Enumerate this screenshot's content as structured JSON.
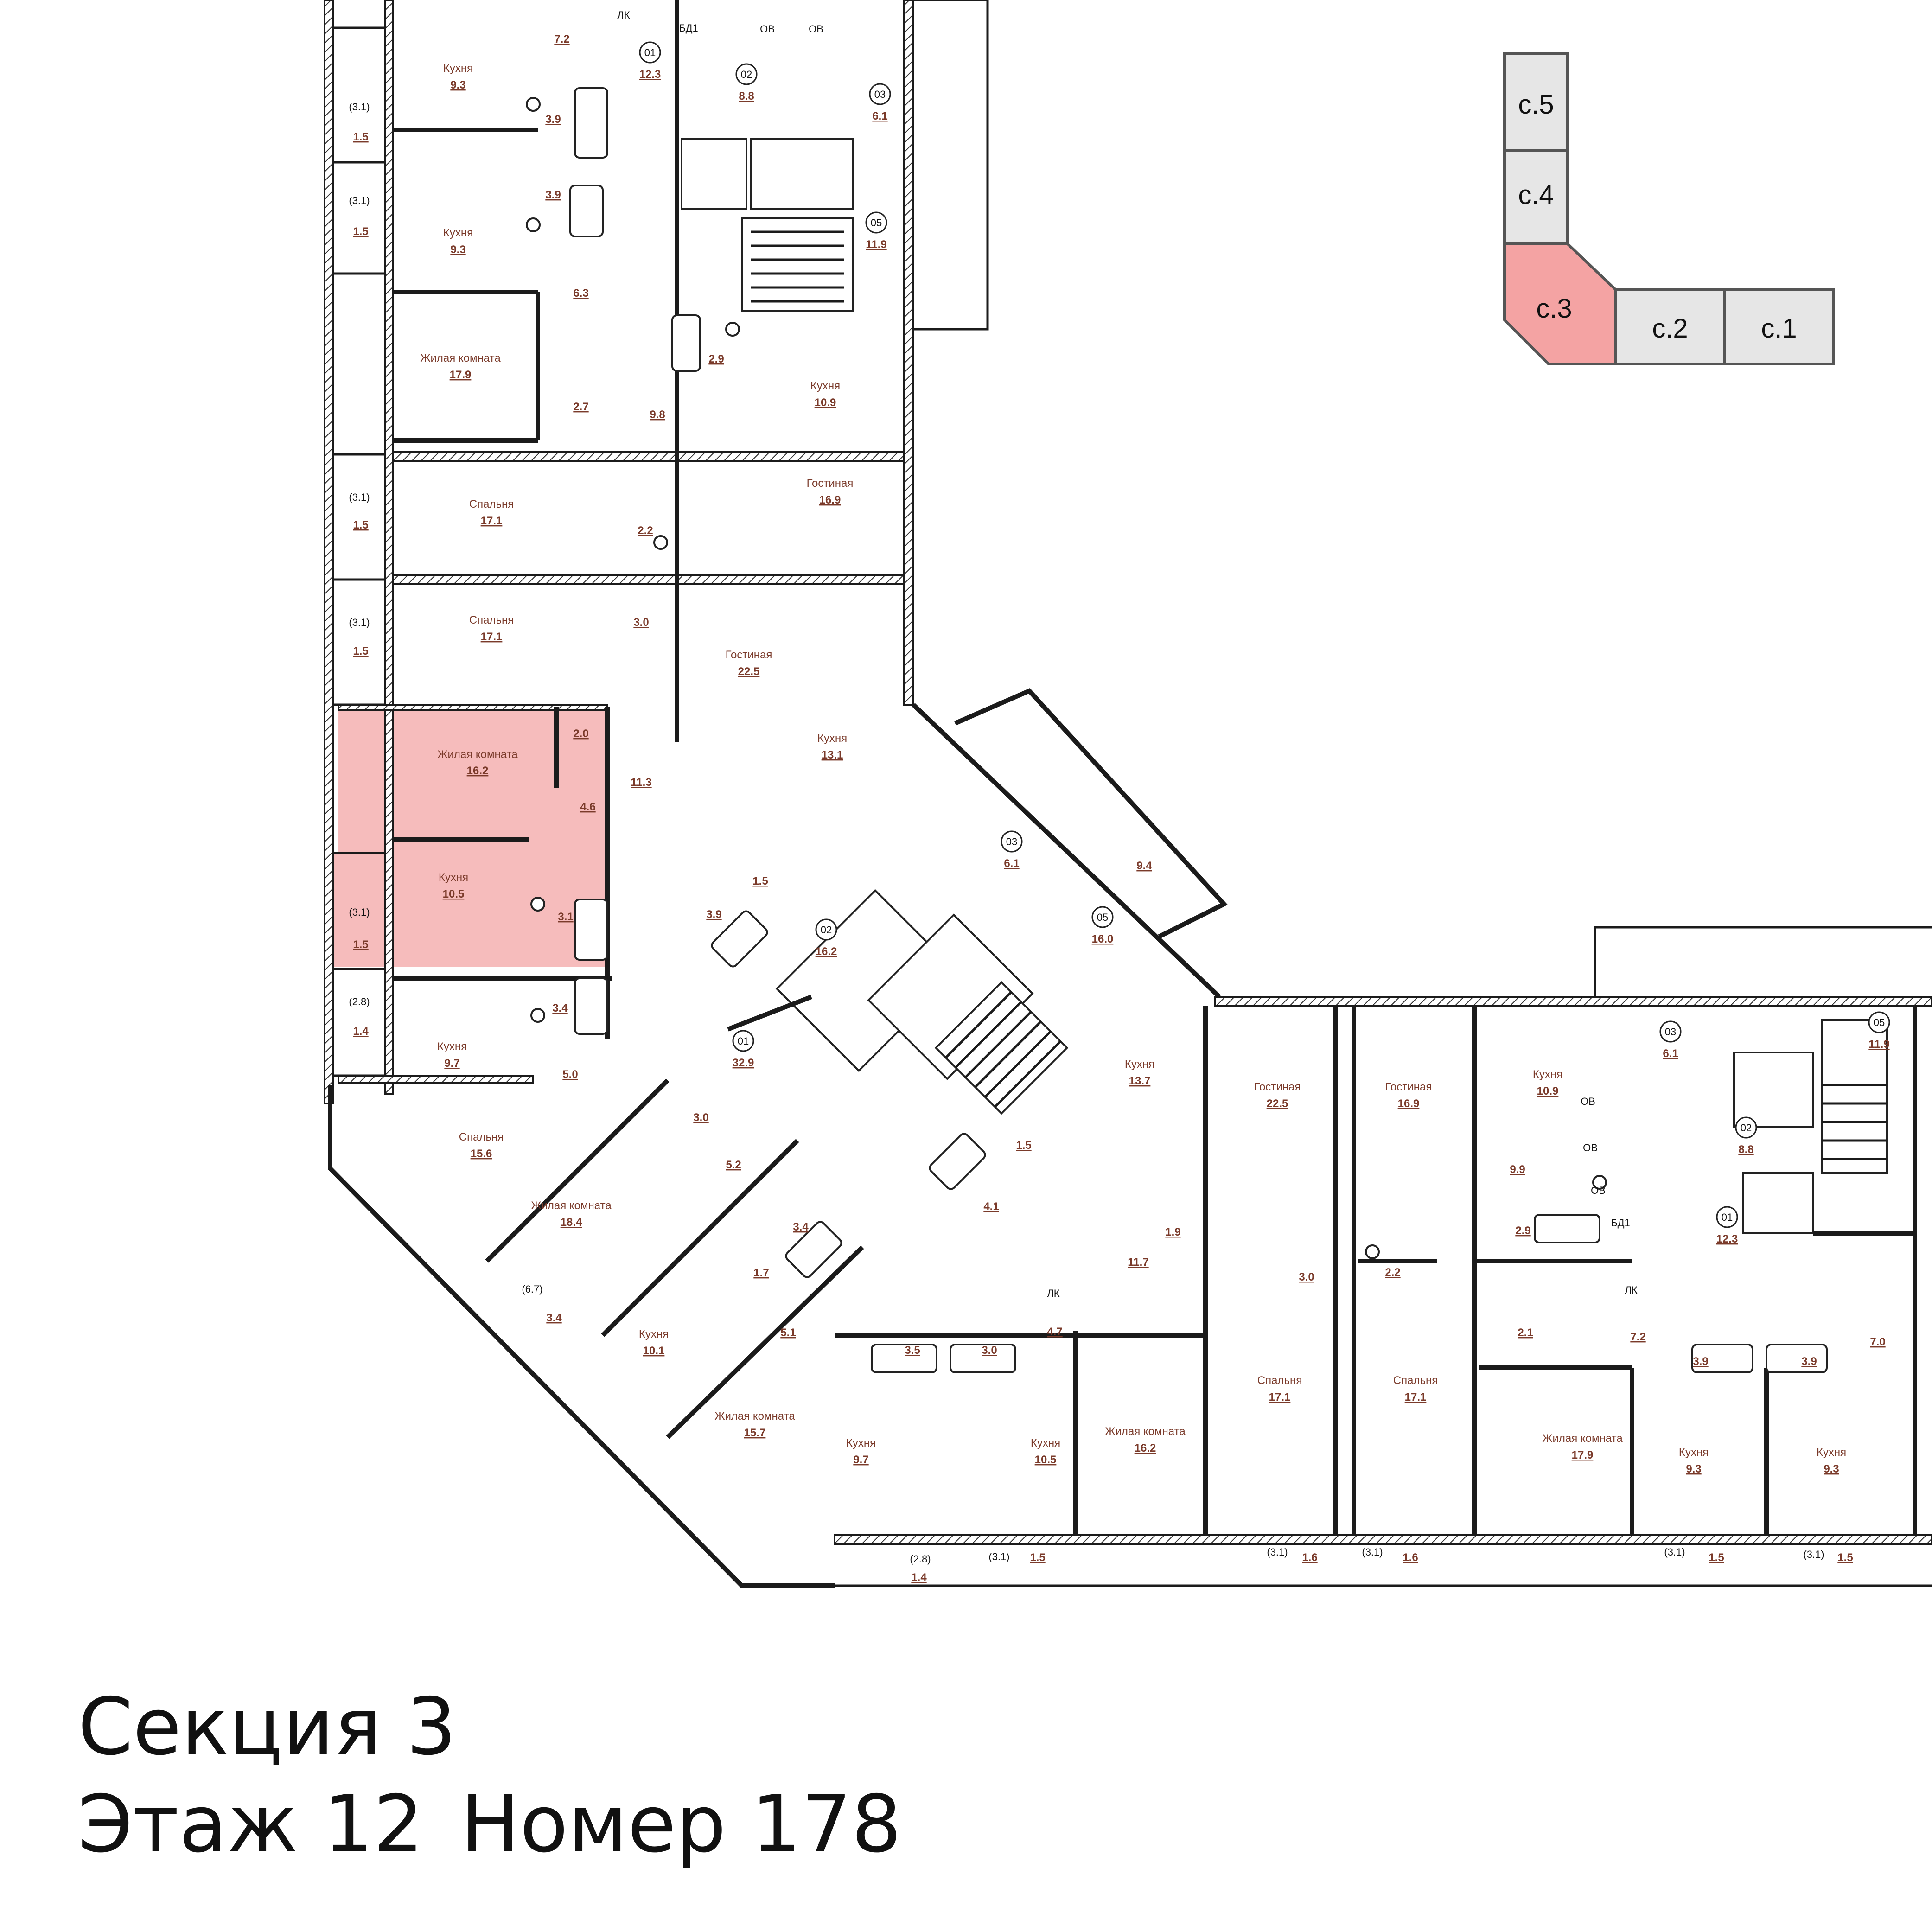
{
  "title": {
    "section": "Секция 3",
    "floor": "Этаж 12",
    "number": "Номер 178"
  },
  "key_plan": {
    "sections": [
      {
        "label": "с.5",
        "highlighted": false
      },
      {
        "label": "с.4",
        "highlighted": false
      },
      {
        "label": "с.3",
        "highlighted": true
      },
      {
        "label": "с.2",
        "highlighted": false
      },
      {
        "label": "с.1",
        "highlighted": false
      }
    ],
    "highlight_color": "#f4a3a3",
    "default_color": "#e6e6e6"
  },
  "plan": {
    "highlight_color": "#f6bcbc",
    "selected_apartment": {
      "rooms": [
        {
          "name": "Жилая комната",
          "area": "16.2"
        },
        {
          "name": "Кухня",
          "area": "10.5"
        },
        {
          "name": "",
          "area": "2.0"
        },
        {
          "name": "",
          "area": "4.6"
        },
        {
          "name": "",
          "area": "3.1"
        },
        {
          "name": "",
          "area": "(3.1)"
        },
        {
          "name": "",
          "area": "1.5"
        }
      ]
    },
    "rooms": [
      {
        "name": "Кухня",
        "area": "9.3"
      },
      {
        "name": "Кухня",
        "area": "9.3"
      },
      {
        "name": "Жилая комната",
        "area": "17.9"
      },
      {
        "name": "Спальня",
        "area": "17.1"
      },
      {
        "name": "Спальня",
        "area": "17.1"
      },
      {
        "name": "Кухня",
        "area": "10.9"
      },
      {
        "name": "Гостиная",
        "area": "16.9"
      },
      {
        "name": "Гостиная",
        "area": "22.5"
      },
      {
        "name": "Кухня",
        "area": "13.1"
      },
      {
        "name": "Кухня",
        "area": "9.7"
      },
      {
        "name": "Спальня",
        "area": "15.6"
      },
      {
        "name": "Жилая комната",
        "area": "18.4"
      },
      {
        "name": "Кухня",
        "area": "10.1"
      },
      {
        "name": "Жилая комната",
        "area": "15.7"
      },
      {
        "name": "Кухня",
        "area": "9.7"
      },
      {
        "name": "Кухня",
        "area": "10.5"
      },
      {
        "name": "Жилая комната",
        "area": "16.2"
      },
      {
        "name": "Кухня",
        "area": "13.7"
      },
      {
        "name": "Гостиная",
        "area": "22.5"
      },
      {
        "name": "Гостиная",
        "area": "16.9"
      },
      {
        "name": "Кухня",
        "area": "10.9"
      },
      {
        "name": "Спальня",
        "area": "17.1"
      },
      {
        "name": "Спальня",
        "area": "17.1"
      },
      {
        "name": "Жилая комната",
        "area": "17.9"
      },
      {
        "name": "Кухня",
        "area": "9.3"
      },
      {
        "name": "Кухня",
        "area": "9.3"
      }
    ],
    "small_areas": [
      "7.2",
      "3.9",
      "3.9",
      "6.3",
      "2.7",
      "9.8",
      "2.9",
      "2.2",
      "3.0",
      "11.3",
      "1.5",
      "3.9",
      "3.4",
      "5.0",
      "3.0",
      "5.2",
      "3.4",
      "1.7",
      "5.1",
      "3.5",
      "3.0",
      "4.7",
      "1.9",
      "4.1",
      "1.5",
      "11.7",
      "3.0",
      "2.2",
      "9.9",
      "2.9",
      "2.1",
      "7.2",
      "3.9",
      "3.9",
      "7.0",
      "9.4"
    ],
    "balconies": [
      "(3.1)",
      "1.5",
      "(3.1)",
      "1.5",
      "(3.1)",
      "1.5",
      "(3.1)",
      "1.5",
      "(2.8)",
      "1.4",
      "(6.7)",
      "3.4",
      "(2.8)",
      "1.4",
      "(3.1)",
      "1.5",
      "(3.1)",
      "1.6",
      "(3.1)",
      "1.6",
      "(3.1)",
      "1.5",
      "(3.1)",
      "1.5"
    ],
    "common": [
      {
        "id": "01",
        "area": "12.3"
      },
      {
        "id": "02",
        "area": "8.8"
      },
      {
        "id": "03",
        "area": "6.1"
      },
      {
        "id": "05",
        "area": "11.9"
      },
      {
        "id": "03",
        "area": "6.1"
      },
      {
        "id": "05",
        "area": "16.0"
      },
      {
        "id": "02",
        "area": "16.2"
      },
      {
        "id": "01",
        "area": "32.9"
      },
      {
        "id": "03",
        "area": "6.1"
      },
      {
        "id": "05",
        "area": "11.9"
      },
      {
        "id": "02",
        "area": "8.8"
      },
      {
        "id": "01",
        "area": "12.3"
      }
    ],
    "shaft_labels": [
      "ОВ",
      "ОВ",
      "ЛК",
      "БД1",
      "ЛК",
      "ОВ",
      "ОВ",
      "ОВ",
      "БД1",
      "ЛК"
    ]
  }
}
